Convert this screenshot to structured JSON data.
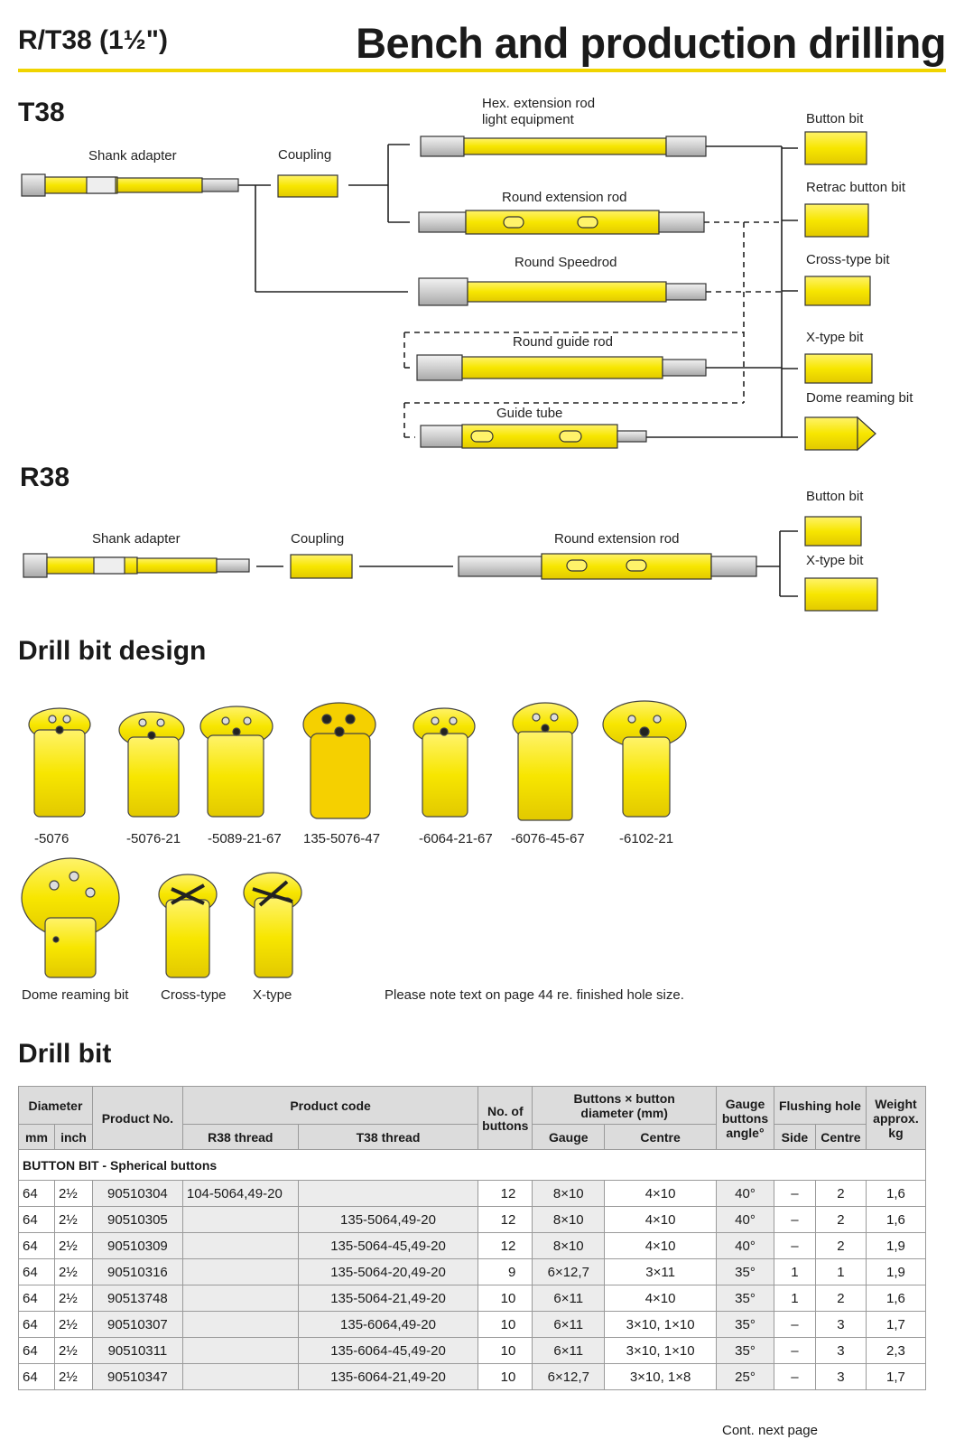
{
  "header": {
    "left_title": "R/T38 (1½\")",
    "right_title": "Bench and production drilling"
  },
  "t38": {
    "title": "T38",
    "shank_adapter": "Shank adapter",
    "coupling": "Coupling",
    "hex_rod_line1": "Hex. extension rod",
    "hex_rod_line2": "light equipment",
    "round_ext_rod": "Round extension rod",
    "round_speedrod": "Round Speedrod",
    "round_guide_rod": "Round guide rod",
    "guide_tube": "Guide tube",
    "bits": [
      "Button bit",
      "Retrac button bit",
      "Cross-type bit",
      "X-type bit",
      "Dome reaming bit"
    ]
  },
  "r38": {
    "title": "R38",
    "shank_adapter": "Shank adapter",
    "coupling": "Coupling",
    "round_ext_rod": "Round extension rod",
    "bits": [
      "Button bit",
      "X-type bit"
    ]
  },
  "design": {
    "title": "Drill bit design",
    "row1": [
      "-5076",
      "-5076-21",
      "-5089-21-67",
      "135-5076-47",
      "-6064-21-67",
      "-6076-45-67",
      "-6102-21"
    ],
    "row2": [
      "Dome reaming bit",
      "Cross-type",
      "X-type"
    ],
    "note": "Please note text on page 44 re. finished hole size."
  },
  "table": {
    "title": "Drill bit",
    "headers": {
      "diameter": "Diameter",
      "mm": "mm",
      "inch": "inch",
      "product_no": "Product No.",
      "product_code": "Product code",
      "r38_thread": "R38 thread",
      "t38_thread": "T38 thread",
      "no_buttons_1": "No. of",
      "no_buttons_2": "buttons",
      "buttons_dia_1": "Buttons × button",
      "buttons_dia_2": "diameter (mm)",
      "gauge": "Gauge",
      "centre": "Centre",
      "gauge_angle_1": "Gauge",
      "gauge_angle_2": "buttons",
      "gauge_angle_3": "angle°",
      "flushing": "Flushing hole",
      "side": "Side",
      "f_centre": "Centre",
      "weight_1": "Weight",
      "weight_2": "approx.",
      "weight_3": "kg"
    },
    "category": "BUTTON BIT - Spherical buttons",
    "rows": [
      [
        "64",
        "2½",
        "90510304",
        "104-5064,49-20",
        "",
        "12",
        "8×10",
        "4×10",
        "40°",
        "–",
        "2",
        "1,6"
      ],
      [
        "64",
        "2½",
        "90510305",
        "",
        "135-5064,49-20",
        "12",
        "8×10",
        "4×10",
        "40°",
        "–",
        "2",
        "1,6"
      ],
      [
        "64",
        "2½",
        "90510309",
        "",
        "135-5064-45,49-20",
        "12",
        "8×10",
        "4×10",
        "40°",
        "–",
        "2",
        "1,9"
      ],
      [
        "64",
        "2½",
        "90510316",
        "",
        "135-5064-20,49-20",
        "9",
        "6×12,7",
        "3×11",
        "35°",
        "1",
        "1",
        "1,9"
      ],
      [
        "64",
        "2½",
        "90513748",
        "",
        "135-5064-21,49-20",
        "10",
        "6×11",
        "4×10",
        "35°",
        "1",
        "2",
        "1,6"
      ],
      [
        "64",
        "2½",
        "90510307",
        "",
        "135-6064,49-20",
        "10",
        "6×11",
        "3×10, 1×10",
        "35°",
        "–",
        "3",
        "1,7"
      ],
      [
        "64",
        "2½",
        "90510311",
        "",
        "135-6064-45,49-20",
        "10",
        "6×11",
        "3×10, 1×10",
        "35°",
        "–",
        "3",
        "2,3"
      ],
      [
        "64",
        "2½",
        "90510347",
        "",
        "135-6064-21,49-20",
        "10",
        "6×12,7",
        "3×10, 1×8",
        "25°",
        "–",
        "3",
        "1,7"
      ]
    ],
    "cont": "Cont. next page"
  }
}
